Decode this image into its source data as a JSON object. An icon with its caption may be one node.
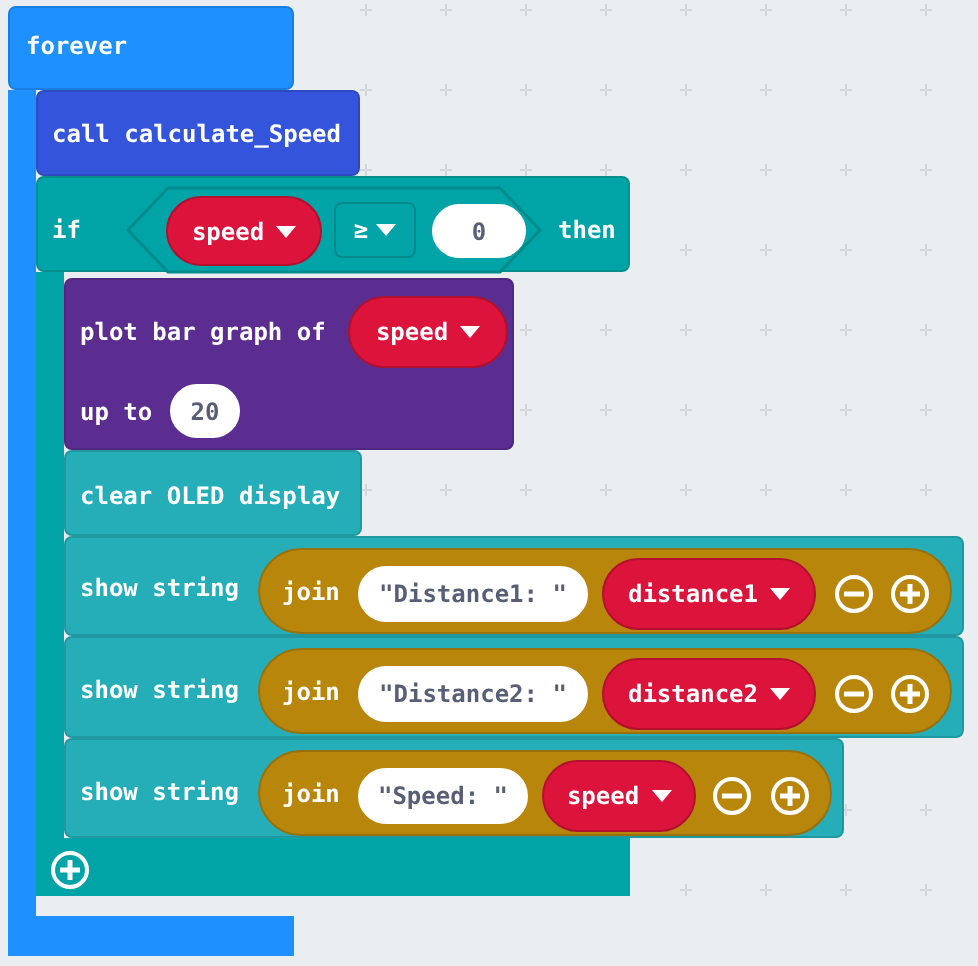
{
  "diagram": {
    "nodes": [
      {
        "text": [
          "forever"
        ]
      },
      {
        "text": [
          "call calculate_Speed"
        ]
      },
      {
        "text": [
          "if",
          "then"
        ]
      },
      {
        "text": [],
        "shape": "hexagon",
        "in": 2
      },
      {
        "text": [
          "speed"
        ],
        "in": 3
      },
      {
        "text": [
          "≥"
        ],
        "in": 3
      },
      {
        "text": [
          "0"
        ],
        "in": 3
      },
      {
        "text": [
          "plot bar graph of",
          "up to"
        ]
      },
      {
        "text": [
          "speed"
        ],
        "in": 7
      },
      {
        "text": [
          "20"
        ],
        "in": 7
      },
      {
        "text": [
          "clear OLED display"
        ]
      },
      {
        "text": [
          "show string"
        ]
      },
      {
        "text": [
          "join"
        ],
        "in": 11
      },
      {
        "text": [
          "\"Distance1: \""
        ],
        "in": 12
      },
      {
        "text": [
          "distance1"
        ],
        "in": 12
      },
      {
        "text": [
          "show string"
        ]
      },
      {
        "text": [
          "join"
        ],
        "in": 15
      },
      {
        "text": [
          "\"Distance2: \""
        ],
        "in": 16
      },
      {
        "text": [
          "distance2"
        ],
        "in": 16
      },
      {
        "text": [
          "show string"
        ]
      },
      {
        "text": [
          "join"
        ],
        "in": 19
      },
      {
        "text": [
          "\"Speed: \""
        ],
        "in": 20
      },
      {
        "text": [
          "speed"
        ],
        "in": 20
      }
    ]
  }
}
